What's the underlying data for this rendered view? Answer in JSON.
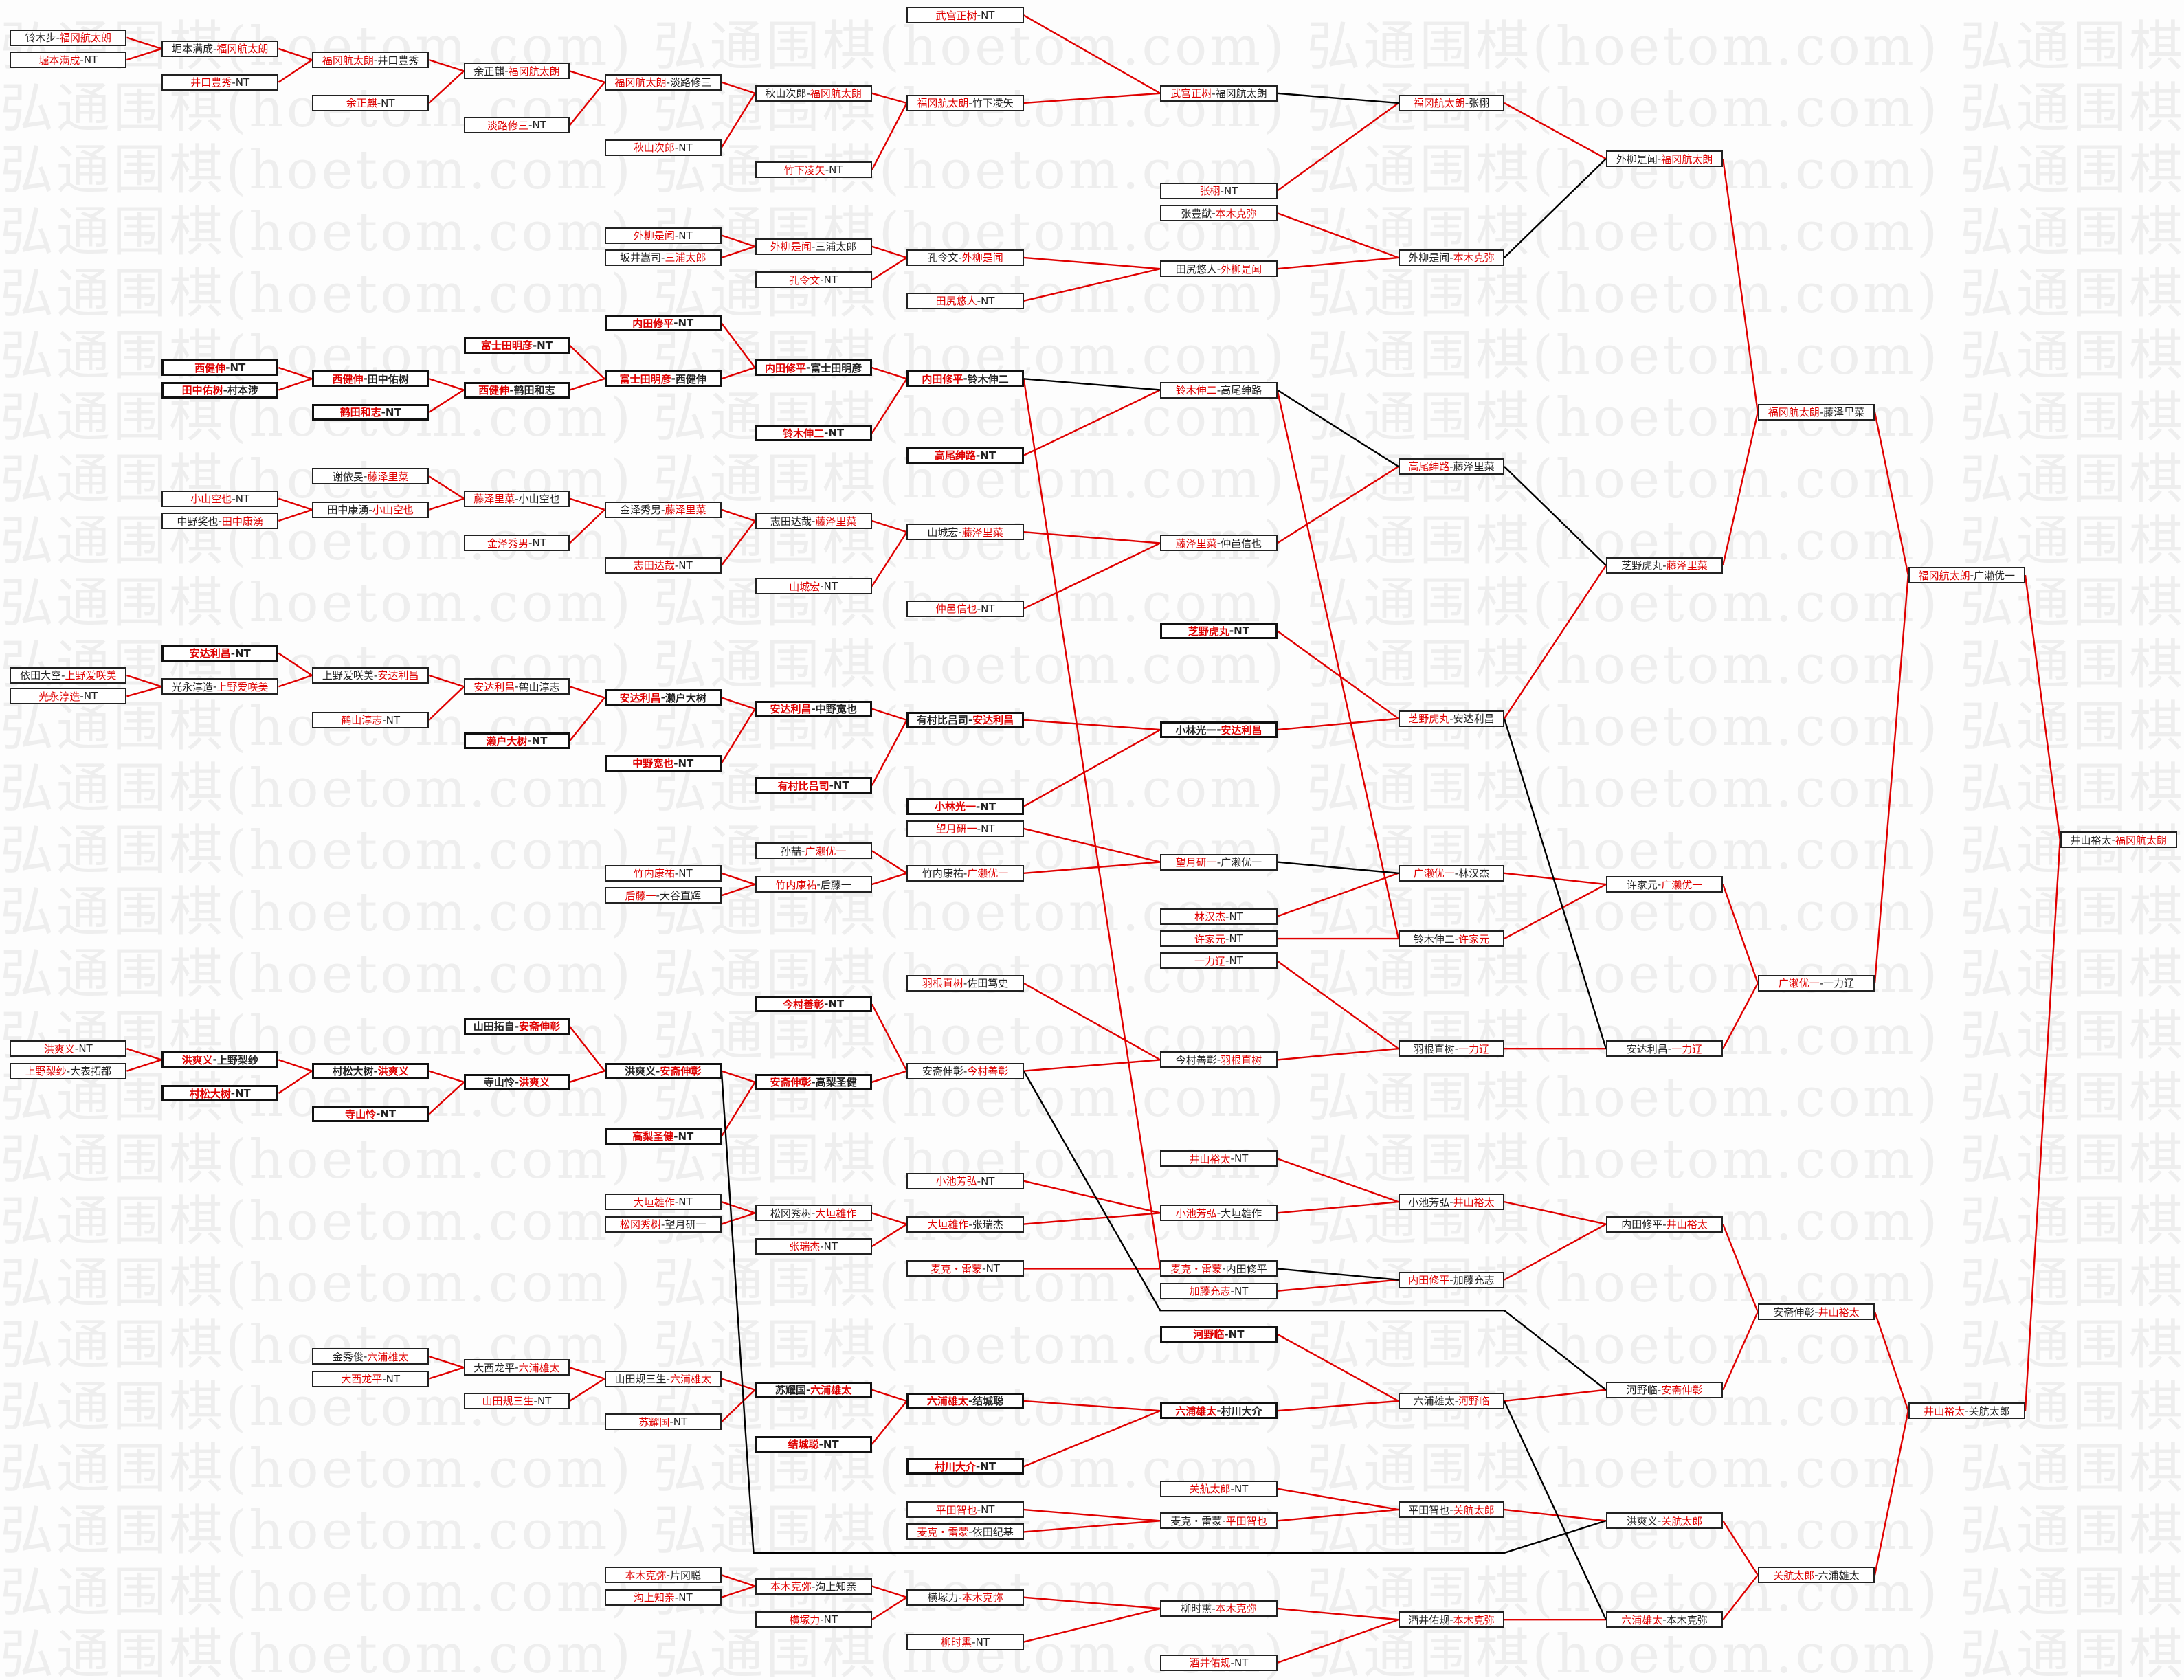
{
  "watermark": "弘通围棋(hoetom.com)",
  "separator": "-",
  "colors": {
    "winner": "#e00000",
    "line_winner": "#e00000",
    "line_loser": "#000000"
  },
  "matches": [
    {
      "players": [
        "铃木步",
        "福冈航太朗"
      ],
      "red": 1
    },
    {
      "players": [
        "堀本满成",
        "NT"
      ],
      "red": 0
    },
    {
      "players": [
        "依田大空",
        "上野爱咲美"
      ],
      "red": 1
    },
    {
      "players": [
        "光永淳造",
        "NT"
      ],
      "red": 0
    },
    {
      "players": [
        "洪爽义",
        "NT"
      ],
      "red": 0
    },
    {
      "players": [
        "上野梨纱",
        "大表拓都"
      ],
      "red": 0
    },
    {
      "players": [
        "堀本满成",
        "福冈航太朗"
      ],
      "red": 1
    },
    {
      "players": [
        "井口豊秀",
        "NT"
      ],
      "red": 0
    },
    {
      "players": [
        "西健伸",
        "NT"
      ],
      "red": 0
    },
    {
      "players": [
        "田中佑树",
        "村本涉"
      ],
      "red": 0
    },
    {
      "players": [
        "小山空也",
        "NT"
      ],
      "red": 0
    },
    {
      "players": [
        "中野奖也",
        "田中康湧"
      ],
      "red": 1
    },
    {
      "players": [
        "安达利昌",
        "NT"
      ],
      "red": 0
    },
    {
      "players": [
        "光永淳造",
        "上野爱咲美"
      ],
      "red": 1
    },
    {
      "players": [
        "洪爽义",
        "上野梨纱"
      ],
      "red": 0
    },
    {
      "players": [
        "村松大树",
        "NT"
      ],
      "red": 0
    },
    {
      "players": [
        "福冈航太朗",
        "井口豊秀"
      ],
      "red": 0
    },
    {
      "players": [
        "余正麒",
        "NT"
      ],
      "red": 0
    },
    {
      "players": [
        "西健伸",
        "田中佑树"
      ],
      "red": 0
    },
    {
      "players": [
        "鹤田和志",
        "NT"
      ],
      "red": 0
    },
    {
      "players": [
        "谢依旻",
        "藤泽里菜"
      ],
      "red": 1
    },
    {
      "players": [
        "田中康湧",
        "小山空也"
      ],
      "red": 1
    },
    {
      "players": [
        "上野爱咲美",
        "安达利昌"
      ],
      "red": 1
    },
    {
      "players": [
        "鹤山淳志",
        "NT"
      ],
      "red": 0
    },
    {
      "players": [
        "村松大树",
        "洪爽义"
      ],
      "red": 1
    },
    {
      "players": [
        "寺山怜",
        "NT"
      ],
      "red": 0
    },
    {
      "players": [
        "金秀俊",
        "六浦雄太"
      ],
      "red": 1
    },
    {
      "players": [
        "大西龙平",
        "NT"
      ],
      "red": 0
    },
    {
      "players": [
        "余正麒",
        "福冈航太朗"
      ],
      "red": 1
    },
    {
      "players": [
        "淡路修三",
        "NT"
      ],
      "red": 0
    },
    {
      "players": [
        "富士田明彦",
        "NT"
      ],
      "red": 0
    },
    {
      "players": [
        "西健伸",
        "鹤田和志"
      ],
      "red": 0
    },
    {
      "players": [
        "藤泽里菜",
        "小山空也"
      ],
      "red": 0
    },
    {
      "players": [
        "金泽秀男",
        "NT"
      ],
      "red": 0
    },
    {
      "players": [
        "安达利昌",
        "鹤山淳志"
      ],
      "red": 0
    },
    {
      "players": [
        "濑户大树",
        "NT"
      ],
      "red": 0
    },
    {
      "players": [
        "山田拓自",
        "安斋伸彰"
      ],
      "red": 1
    },
    {
      "players": [
        "寺山怜",
        "洪爽义"
      ],
      "red": 1
    },
    {
      "players": [
        "大西龙平",
        "六浦雄太"
      ],
      "red": 1
    },
    {
      "players": [
        "山田规三生",
        "NT"
      ],
      "red": 0
    },
    {
      "players": [
        "福冈航太朗",
        "淡路修三"
      ],
      "red": 0
    },
    {
      "players": [
        "秋山次郎",
        "NT"
      ],
      "red": 0
    },
    {
      "players": [
        "外柳是闻",
        "NT"
      ],
      "red": 0
    },
    {
      "players": [
        "坂井嵩司",
        "三浦太郎"
      ],
      "red": 1
    },
    {
      "players": [
        "内田修平",
        "NT"
      ],
      "red": 0
    },
    {
      "players": [
        "富士田明彦",
        "西健伸"
      ],
      "red": 0
    },
    {
      "players": [
        "金泽秀男",
        "藤泽里菜"
      ],
      "red": 1
    },
    {
      "players": [
        "志田达哉",
        "NT"
      ],
      "red": 0
    },
    {
      "players": [
        "安达利昌",
        "濑户大树"
      ],
      "red": 0
    },
    {
      "players": [
        "中野宽也",
        "NT"
      ],
      "red": 0
    },
    {
      "players": [
        "竹内康祐",
        "NT"
      ],
      "red": 0
    },
    {
      "players": [
        "后藤一",
        "大谷直辉"
      ],
      "red": 0
    },
    {
      "players": [
        "洪爽义",
        "安斋伸彰"
      ],
      "red": 1
    },
    {
      "players": [
        "高梨圣健",
        "NT"
      ],
      "red": 0
    },
    {
      "players": [
        "大垣雄作",
        "NT"
      ],
      "red": 0
    },
    {
      "players": [
        "松冈秀树",
        "望月研一"
      ],
      "red": 0
    },
    {
      "players": [
        "山田规三生",
        "六浦雄太"
      ],
      "red": 1
    },
    {
      "players": [
        "苏耀国",
        "NT"
      ],
      "red": 0
    },
    {
      "players": [
        "本木克弥",
        "片冈聪"
      ],
      "red": 0
    },
    {
      "players": [
        "沟上知亲",
        "NT"
      ],
      "red": 0
    },
    {
      "players": [
        "秋山次郎",
        "福冈航太朗"
      ],
      "red": 1
    },
    {
      "players": [
        "竹下凌矢",
        "NT"
      ],
      "red": 0
    },
    {
      "players": [
        "外柳是闻",
        "三浦太郎"
      ],
      "red": 0
    },
    {
      "players": [
        "孔令文",
        "NT"
      ],
      "red": 0
    },
    {
      "players": [
        "内田修平",
        "富士田明彦"
      ],
      "red": 0
    },
    {
      "players": [
        "铃木伸二",
        "NT"
      ],
      "red": 0
    },
    {
      "players": [
        "志田达哉",
        "藤泽里菜"
      ],
      "red": 1
    },
    {
      "players": [
        "山城宏",
        "NT"
      ],
      "red": 0
    },
    {
      "players": [
        "安达利昌",
        "中野宽也"
      ],
      "red": 0
    },
    {
      "players": [
        "有村比吕司",
        "NT"
      ],
      "red": 0
    },
    {
      "players": [
        "孙喆",
        "广濑优一"
      ],
      "red": 1
    },
    {
      "players": [
        "竹内康祐",
        "后藤一"
      ],
      "red": 0
    },
    {
      "players": [
        "今村善彰",
        "NT"
      ],
      "red": 0
    },
    {
      "players": [
        "安斋伸彰",
        "高梨圣健"
      ],
      "red": 0
    },
    {
      "players": [
        "松冈秀树",
        "大垣雄作"
      ],
      "red": 1
    },
    {
      "players": [
        "张瑞杰",
        "NT"
      ],
      "red": 0
    },
    {
      "players": [
        "苏耀国",
        "六浦雄太"
      ],
      "red": 1
    },
    {
      "players": [
        "结城聪",
        "NT"
      ],
      "red": 0
    },
    {
      "players": [
        "本木克弥",
        "沟上知亲"
      ],
      "red": 0
    },
    {
      "players": [
        "横塚力",
        "NT"
      ],
      "red": 0
    },
    {
      "players": [
        "武宫正树",
        "NT"
      ],
      "red": 0
    },
    {
      "players": [
        "福冈航太朗",
        "竹下凌矢"
      ],
      "red": 0
    },
    {
      "players": [
        "孔令文",
        "外柳是闻"
      ],
      "red": 1
    },
    {
      "players": [
        "田尻悠人",
        "NT"
      ],
      "red": 0
    },
    {
      "players": [
        "内田修平",
        "铃木伸二"
      ],
      "red": 0
    },
    {
      "players": [
        "高尾绅路",
        "NT"
      ],
      "red": 0
    },
    {
      "players": [
        "山城宏",
        "藤泽里菜"
      ],
      "red": 1
    },
    {
      "players": [
        "仲邑信也",
        "NT"
      ],
      "red": 0
    },
    {
      "players": [
        "有村比吕司",
        "安达利昌"
      ],
      "red": 1
    },
    {
      "players": [
        "小林光一",
        "NT"
      ],
      "red": 0
    },
    {
      "players": [
        "望月研一",
        "NT"
      ],
      "red": 0
    },
    {
      "players": [
        "竹内康祐",
        "广濑优一"
      ],
      "red": 1
    },
    {
      "players": [
        "羽根直树",
        "佐田笃史"
      ],
      "red": 0
    },
    {
      "players": [
        "安斋伸彰",
        "今村善彰"
      ],
      "red": 1
    },
    {
      "players": [
        "小池芳弘",
        "NT"
      ],
      "red": 0
    },
    {
      "players": [
        "大垣雄作",
        "张瑞杰"
      ],
      "red": 0
    },
    {
      "players": [
        "麦克・雷蒙",
        "NT"
      ],
      "red": 0
    },
    {
      "players": [
        "六浦雄太",
        "结城聪"
      ],
      "red": 0
    },
    {
      "players": [
        "村川大介",
        "NT"
      ],
      "red": 0
    },
    {
      "players": [
        "平田智也",
        "NT"
      ],
      "red": 0
    },
    {
      "players": [
        "麦克・雷蒙",
        "依田纪基"
      ],
      "red": 0
    },
    {
      "players": [
        "横塚力",
        "本木克弥"
      ],
      "red": 1
    },
    {
      "players": [
        "柳时熏",
        "NT"
      ],
      "red": 0
    },
    {
      "players": [
        "武宫正树",
        "福冈航太朗"
      ],
      "red": 0
    },
    {
      "players": [
        "张栩",
        "NT"
      ],
      "red": 0
    },
    {
      "players": [
        "张豊猷",
        "本木克弥"
      ],
      "red": 1
    },
    {
      "players": [
        "田尻悠人",
        "外柳是闻"
      ],
      "red": 1
    },
    {
      "players": [
        "铃木伸二",
        "高尾绅路"
      ],
      "red": 0
    },
    {
      "players": [
        "藤泽里菜",
        "仲邑信也"
      ],
      "red": 0
    },
    {
      "players": [
        "芝野虎丸",
        "NT"
      ],
      "red": 0
    },
    {
      "players": [
        "小林光一",
        "安达利昌"
      ],
      "red": 1
    },
    {
      "players": [
        "望月研一",
        "广濑优一"
      ],
      "red": 0
    },
    {
      "players": [
        "林汉杰",
        "NT"
      ],
      "red": 0
    },
    {
      "players": [
        "许家元",
        "NT"
      ],
      "red": 0
    },
    {
      "players": [
        "一力辽",
        "NT"
      ],
      "red": 0
    },
    {
      "players": [
        "今村善彰",
        "羽根直树"
      ],
      "red": 1
    },
    {
      "players": [
        "井山裕太",
        "NT"
      ],
      "red": 0
    },
    {
      "players": [
        "小池芳弘",
        "大垣雄作"
      ],
      "red": 0
    },
    {
      "players": [
        "麦克・雷蒙",
        "内田修平"
      ],
      "red": 0
    },
    {
      "players": [
        "加藤充志",
        "NT"
      ],
      "red": 0
    },
    {
      "players": [
        "河野临",
        "NT"
      ],
      "red": 0
    },
    {
      "players": [
        "六浦雄太",
        "村川大介"
      ],
      "red": 0
    },
    {
      "players": [
        "关航太郎",
        "NT"
      ],
      "red": 0
    },
    {
      "players": [
        "麦克・雷蒙",
        "平田智也"
      ],
      "red": 1
    },
    {
      "players": [
        "柳时熏",
        "本木克弥"
      ],
      "red": 1
    },
    {
      "players": [
        "酒井佑规",
        "NT"
      ],
      "red": 0
    },
    {
      "players": [
        "福冈航太朗",
        "张栩"
      ],
      "red": 0
    },
    {
      "players": [
        "外柳是闻",
        "本木克弥"
      ],
      "red": 1
    },
    {
      "players": [
        "高尾绅路",
        "藤泽里菜"
      ],
      "red": 0
    },
    {
      "players": [
        "芝野虎丸",
        "安达利昌"
      ],
      "red": 0
    },
    {
      "players": [
        "广濑优一",
        "林汉杰"
      ],
      "red": 0
    },
    {
      "players": [
        "铃木伸二",
        "许家元"
      ],
      "red": 1
    },
    {
      "players": [
        "羽根直树",
        "一力辽"
      ],
      "red": 1
    },
    {
      "players": [
        "小池芳弘",
        "井山裕太"
      ],
      "red": 1
    },
    {
      "players": [
        "内田修平",
        "加藤充志"
      ],
      "red": 0
    },
    {
      "players": [
        "六浦雄太",
        "河野临"
      ],
      "red": 1
    },
    {
      "players": [
        "平田智也",
        "关航太郎"
      ],
      "red": 1
    },
    {
      "players": [
        "酒井佑规",
        "本木克弥"
      ],
      "red": 1
    },
    {
      "players": [
        "外柳是闻",
        "福冈航太朗"
      ],
      "red": 1
    },
    {
      "players": [
        "芝野虎丸",
        "藤泽里菜"
      ],
      "red": 1
    },
    {
      "players": [
        "许家元",
        "广濑优一"
      ],
      "red": 1
    },
    {
      "players": [
        "安达利昌",
        "一力辽"
      ],
      "red": 1
    },
    {
      "players": [
        "内田修平",
        "井山裕太"
      ],
      "red": 1
    },
    {
      "players": [
        "河野临",
        "安斋伸彰"
      ],
      "red": 1
    },
    {
      "players": [
        "洪爽义",
        "关航太郎"
      ],
      "red": 1
    },
    {
      "players": [
        "六浦雄太",
        "本木克弥"
      ],
      "red": 0
    },
    {
      "players": [
        "福冈航太朗",
        "藤泽里菜"
      ],
      "red": 0
    },
    {
      "players": [
        "广濑优一",
        "一力辽"
      ],
      "red": 0
    },
    {
      "players": [
        "安斋伸彰",
        "井山裕太"
      ],
      "red": 1
    },
    {
      "players": [
        "关航太郎",
        "六浦雄太"
      ],
      "red": 0
    },
    {
      "players": [
        "福冈航太朗",
        "广濑优一"
      ],
      "red": 0
    },
    {
      "players": [
        "井山裕太",
        "关航太郎"
      ],
      "red": 0
    },
    {
      "players": [
        "井山裕太",
        "福冈航太朗"
      ],
      "red": 1
    }
  ]
}
